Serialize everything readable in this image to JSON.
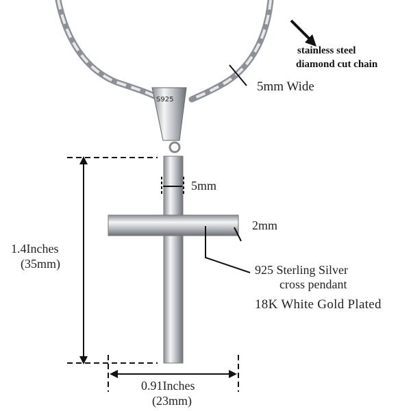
{
  "chain": {
    "line1": "stainless steel",
    "line2": "diamond cut chain",
    "width_label": "5mm Wide"
  },
  "bail_stamp": "S925",
  "pendant": {
    "bar_width": "5mm",
    "thickness": "2mm",
    "height_label": "1.4Inches",
    "height_mm": "(35mm)",
    "width_label": "0.91Inches",
    "width_mm": "(23mm)",
    "material_line1": "925 Sterling Silver",
    "material_line2": "cross pendant",
    "plating": "18K White Gold Plated"
  },
  "colors": {
    "metal": "#c9ccd0",
    "metal_dark": "#6e7278",
    "annotation": "#111111"
  }
}
